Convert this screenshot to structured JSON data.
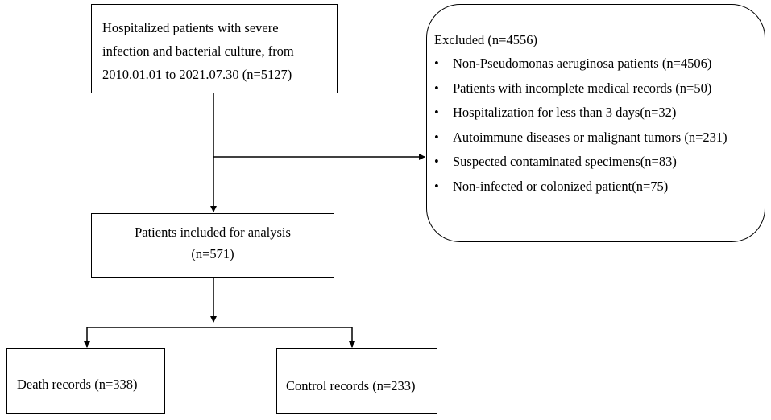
{
  "top_box": {
    "lines": [
      "Hospitalized patients with   severe",
      "infection and bacterial culture, from",
      "2010.01.01 to 2021.07.30 (n=5127)"
    ]
  },
  "excluded_box": {
    "title": "Excluded (n=4556)",
    "bullet": "•",
    "items": [
      "Non-Pseudomonas aeruginosa patients (n=4506)",
      "Patients with incomplete medical records (n=50)",
      "Hospitalization for less than 3 days(n=32)",
      "Autoimmune diseases or malignant tumors (n=231)",
      "Suspected contaminated specimens(n=83)",
      "Non-infected or colonized patient(n=75)"
    ]
  },
  "analysis_box": {
    "lines": [
      "Patients included for analysis",
      "(n=571)"
    ]
  },
  "death_box": {
    "label": "Death records (n=338)"
  },
  "control_box": {
    "label": "Control records (n=233)"
  },
  "colors": {
    "line": "#000000",
    "background": "#ffffff"
  }
}
